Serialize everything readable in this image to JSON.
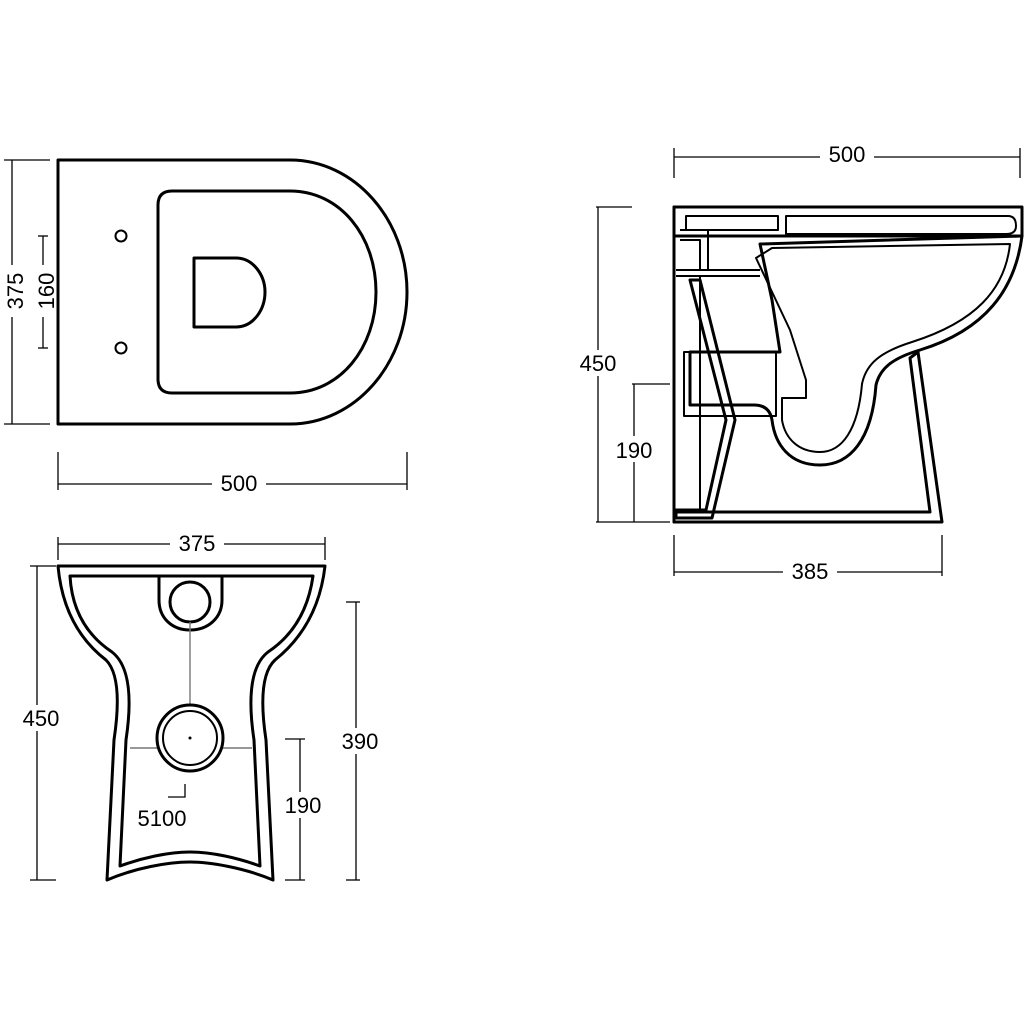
{
  "top_view": {
    "depth": "375",
    "pan_length": "160",
    "width": "500"
  },
  "front_view": {
    "width": "375",
    "height": "450",
    "pan_height": "390",
    "outlet_height": "190",
    "outlet_diameter": "5100"
  },
  "side_view": {
    "width": "500",
    "height": "450",
    "outlet_height": "190",
    "base_depth": "385"
  }
}
